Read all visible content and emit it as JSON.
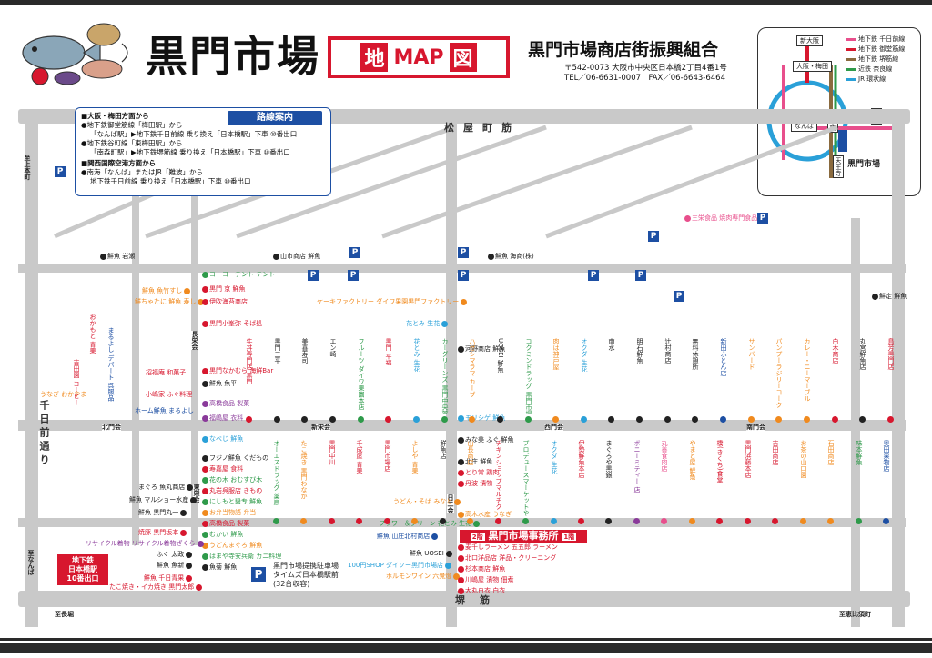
{
  "header": {
    "title": "黒門市場",
    "map_badge": {
      "left": "地",
      "middle": "MAP",
      "right": "図"
    },
    "association": "黒門市場商店街振興組合",
    "address_line1": "〒542-0073 大阪市中央区日本橋2丁目4番1号",
    "address_line2": "TEL／06-6631-0007　FAX／06-6643-6464"
  },
  "inset": {
    "stations": [
      "新大阪",
      "大阪・梅田",
      "なんば",
      "日本橋",
      "鶴橋",
      "天王寺"
    ],
    "market_label": "黒門市場",
    "legend": [
      {
        "label": "地下鉄 千日前線",
        "color": "#e84f8c"
      },
      {
        "label": "地下鉄 御堂筋線",
        "color": "#d7172e"
      },
      {
        "label": "地下鉄 堺筋線",
        "color": "#8a6a3e"
      },
      {
        "label": "近鉄 奈良線",
        "color": "#2e9a4a"
      },
      {
        "label": "JR 環状線",
        "color": "#2aa0d8"
      }
    ]
  },
  "guide": {
    "title": "路線案内",
    "lines": [
      "■大阪・梅田方面から",
      "●地下鉄御堂筋線「梅田駅」から",
      "「なんば駅」▶地下鉄千日前線 乗り換え「日本橋駅」下車 ⑩番出口",
      "●地下鉄谷町線「東梅田駅」から",
      "「南森町駅」▶地下鉄堺筋線 乗り換え「日本橋駅」下車 ⑩番出口",
      "■関西国際空港方面から",
      "●南海「なんば」またはJR「難波」から",
      "地下鉄千日前線 乗り換え「日本橋駅」下車 ⑩番出口"
    ]
  },
  "streets": {
    "matsuyamachi": "松屋町筋",
    "sakaisuji": "堺筋",
    "sennichimae": "千日前通り",
    "to_uehonmachi": "至上本町",
    "to_nanba": "至なんば",
    "to_nagahori": "至長堀",
    "to_ebisucho": "至恵比須町",
    "kita_mon": "北門会",
    "higashi_sakae": "東栄会",
    "shinsaka": "新栄会",
    "nishi_ichiba": "西門会",
    "minami_mon": "南門会",
    "nagahori_kai": "長栄会",
    "hinode": "日二会"
  },
  "office": {
    "label": "黒門市場事務所",
    "floor_left": "2階",
    "floor_right": "1階"
  },
  "station_exit": {
    "line1": "地下鉄",
    "line2": "日本橋駅",
    "line3": "10番出口"
  },
  "parking_info": {
    "line1": "黒門市場提携駐車場",
    "line2": "タイムズ日本橋駅前",
    "line3": "(32台収容)"
  },
  "top_shops": [
    {
      "name": "鮮魚 岩瀬",
      "color": "#222"
    },
    {
      "name": "山市商店 鮮魚",
      "color": "#222"
    },
    {
      "name": "鮮魚 海商(株)",
      "color": "#222"
    },
    {
      "name": "三栄食品 焼肉専門食品",
      "color": "#e84f8c"
    },
    {
      "name": "鮮定 鮮魚",
      "color": "#222"
    }
  ],
  "row2_shops": [
    {
      "name": "鮮魚 魚竹すし",
      "color": "#f08a1e"
    },
    {
      "name": "鮮ちゃたに 鮮魚 寿し",
      "color": "#f08a1e"
    },
    {
      "name": "コーヨーテント テント",
      "color": "#2e9a4a"
    },
    {
      "name": "黒門 京 鮮魚",
      "color": "#d7172e"
    },
    {
      "name": "伊吹海苔商店",
      "color": "#d7172e"
    },
    {
      "name": "黒門小峯弥 そば処",
      "color": "#d7172e"
    },
    {
      "name": "ケーキファクトリー ダイワ果園黒門ファクトリー",
      "color": "#f08a1e"
    },
    {
      "name": "花とみ 生花",
      "color": "#2aa0d8"
    },
    {
      "name": "河野商店 鮮魚",
      "color": "#222"
    },
    {
      "name": "モリシゲ 鮮魚",
      "color": "#2aa0d8"
    },
    {
      "name": "黒門なかむら 海鮮Bar",
      "color": "#d7172e"
    },
    {
      "name": "鮮魚 魚平",
      "color": "#222"
    },
    {
      "name": "高橋食品 製菓",
      "color": "#8a3a9a"
    },
    {
      "name": "福嶋屋 衣料",
      "color": "#8a3a9a"
    }
  ],
  "left_column": [
    {
      "name": "おかもと 青果",
      "color": "#d7172e"
    },
    {
      "name": "まるよし デパート 呉服品",
      "color": "#1d4fa3"
    },
    {
      "name": "招福庵 和菓子",
      "color": "#d7172e"
    },
    {
      "name": "ホーム鮮魚 まるよし",
      "color": "#1d4fa3"
    },
    {
      "name": "小嶋家 ふぐ料理",
      "color": "#d7172e"
    },
    {
      "name": "うなぎ おかやま",
      "color": "#f08a1e"
    },
    {
      "name": "吉田園 コーヒー",
      "color": "#d7172e"
    }
  ],
  "lower_shops": [
    {
      "name": "なべじ 鮮魚",
      "color": "#2aa0d8"
    },
    {
      "name": "フジノ鮮魚 くだもの",
      "color": "#2aa0d8"
    },
    {
      "name": "寿嘉屋 食料",
      "color": "#d7172e"
    },
    {
      "name": "花の木 おむすび木",
      "color": "#2e9a4a"
    },
    {
      "name": "丸岩呉服店 きもの",
      "color": "#d7172e"
    },
    {
      "name": "にしもと醤专 鮮魚",
      "color": "#2e9a4a"
    },
    {
      "name": "お弁当物語 弁当",
      "color": "#f08a1e"
    },
    {
      "name": "高橋食品 製菓",
      "color": "#d7172e"
    },
    {
      "name": "むかい 鮮魚",
      "color": "#2e9a4a"
    },
    {
      "name": "うどんまぐろ 鮮魚",
      "color": "#f08a1e"
    },
    {
      "name": "はまや寺安兵衛 カニ料理",
      "color": "#2e9a4a"
    },
    {
      "name": "魚菊 鮮魚",
      "color": "#222"
    },
    {
      "name": "まぐろ 魚丸商店",
      "color": "#222"
    },
    {
      "name": "鮮魚 マルショー水産",
      "color": "#222"
    },
    {
      "name": "鮮魚 黒門丸一",
      "color": "#222"
    },
    {
      "name": "焼豚 黒門坂本",
      "color": "#d7172e"
    },
    {
      "name": "リサイクル着物 リサイクル着物ざくら",
      "color": "#8a3a9a"
    },
    {
      "name": "ふぐ 太政",
      "color": "#222"
    },
    {
      "name": "鮮魚 魚新",
      "color": "#222"
    },
    {
      "name": "鮮魚 千日青果",
      "color": "#d7172e"
    },
    {
      "name": "たこ焼き・イカ焼き 黒門太郎",
      "color": "#d7172e"
    }
  ],
  "right_lower_shops": [
    {
      "name": "高木水産 うなぎ",
      "color": "#f08a1e"
    },
    {
      "name": "フラワー＆グリーン 花とみ 生花",
      "color": "#2e9a4a"
    },
    {
      "name": "鮮魚 山庄北村商店",
      "color": "#1d4fa3"
    },
    {
      "name": "100円SHOP ダイソー黒門市場店",
      "color": "#2aa0d8"
    },
    {
      "name": "鮮魚 UOSEI",
      "color": "#222"
    },
    {
      "name": "ホルモンワイン 六覺燈",
      "color": "#f08a1e"
    },
    {
      "name": "うどん・そば みなと",
      "color": "#f08a1e"
    },
    {
      "name": "麦千しラーメン 五五郎 ラーメン",
      "color": "#d7172e"
    },
    {
      "name": "北口洋品店 洋品・クリーニング",
      "color": "#d7172e"
    },
    {
      "name": "杉本商店 鮮魚",
      "color": "#d7172e"
    },
    {
      "name": "川嶋屋 漬物 佃煮",
      "color": "#d7172e"
    },
    {
      "name": "大丸白衣 白衣",
      "color": "#d7172e"
    },
    {
      "name": "みな美 ふぐ 鮮魚",
      "color": "#222"
    },
    {
      "name": "北庄 鮮魚",
      "color": "#222"
    },
    {
      "name": "とり常 鶏肉",
      "color": "#d7172e"
    },
    {
      "name": "丹波 漬物",
      "color": "#d7172e"
    }
  ],
  "vertical_upper": [
    {
      "name": "牛丼専門店 黒門",
      "color": "#d7172e"
    },
    {
      "name": "黒門三平",
      "color": "#222"
    },
    {
      "name": "美喜寿司",
      "color": "#222"
    },
    {
      "name": "エン崎",
      "color": "#222"
    },
    {
      "name": "フルーツ ダイワ果園本店",
      "color": "#2e9a4a"
    },
    {
      "name": "黒門 平福",
      "color": "#d7172e"
    },
    {
      "name": "花とみ 生花",
      "color": "#2aa0d8"
    },
    {
      "name": "カーグリーンズ 黒門中央薬局",
      "color": "#2e9a4a"
    },
    {
      "name": "ハゼシマラマ カーブ",
      "color": "#f08a1e"
    },
    {
      "name": "UOSEI 鮮魚",
      "color": "#222"
    },
    {
      "name": "コクミンドラッグ 黒門市場店",
      "color": "#2e9a4a"
    },
    {
      "name": "肉は神戸屋",
      "color": "#f08a1e"
    },
    {
      "name": "オクダ 生花",
      "color": "#2aa0d8"
    },
    {
      "name": "南水",
      "color": "#222"
    },
    {
      "name": "明石鮮魚",
      "color": "#222"
    },
    {
      "name": "辻村商店",
      "color": "#222"
    },
    {
      "name": "無料休憩所",
      "color": "#222"
    },
    {
      "name": "新田ふとん店",
      "color": "#1d4fa3"
    },
    {
      "name": "サンバード",
      "color": "#f08a1e"
    },
    {
      "name": "パンプーラジリーコーク",
      "color": "#f08a1e"
    },
    {
      "name": "カレー・ニーマーブル",
      "color": "#f08a1e"
    },
    {
      "name": "白木商店",
      "color": "#d7172e"
    },
    {
      "name": "丸宮鮮魚店",
      "color": "#222"
    },
    {
      "name": "鳥芳黒門店",
      "color": "#d7172e"
    }
  ],
  "vertical_lower": [
    {
      "name": "オーエスドラッグ 薬局",
      "color": "#2e9a4a"
    },
    {
      "name": "たこ焼き 黒門わなか",
      "color": "#f08a1e"
    },
    {
      "name": "黒門中川",
      "color": "#d7172e"
    },
    {
      "name": "千成屋 青果",
      "color": "#d7172e"
    },
    {
      "name": "黒門市場店",
      "color": "#d7172e"
    },
    {
      "name": "よしや 青果",
      "color": "#f08a1e"
    },
    {
      "name": "鮮魚店",
      "color": "#222"
    },
    {
      "name": "山長商店",
      "color": "#f08a1e"
    },
    {
      "name": "チキンショップマルチク",
      "color": "#d7172e"
    },
    {
      "name": "プロデュースマーケットやすい 青果",
      "color": "#2e9a4a"
    },
    {
      "name": "オクダ 生花",
      "color": "#2aa0d8"
    },
    {
      "name": "伊勢鮮魚本店",
      "color": "#d7172e"
    },
    {
      "name": "まぐろや黒銀",
      "color": "#222"
    },
    {
      "name": "ボニーミティー 店",
      "color": "#8a3a9a"
    },
    {
      "name": "丸善食肉店",
      "color": "#e84f8c"
    },
    {
      "name": "やまと屋 鮮魚",
      "color": "#f08a1e"
    },
    {
      "name": "橋(きくち)食堂",
      "color": "#d7172e"
    },
    {
      "name": "黒門浜藤本店",
      "color": "#d7172e"
    },
    {
      "name": "吉田商店",
      "color": "#d7172e"
    },
    {
      "name": "お茶の山口園",
      "color": "#f08a1e"
    },
    {
      "name": "石田商店",
      "color": "#f08a1e"
    },
    {
      "name": "味本鮮魚",
      "color": "#2e9a4a"
    },
    {
      "name": "奥田果物店",
      "color": "#1d4fa3"
    }
  ]
}
